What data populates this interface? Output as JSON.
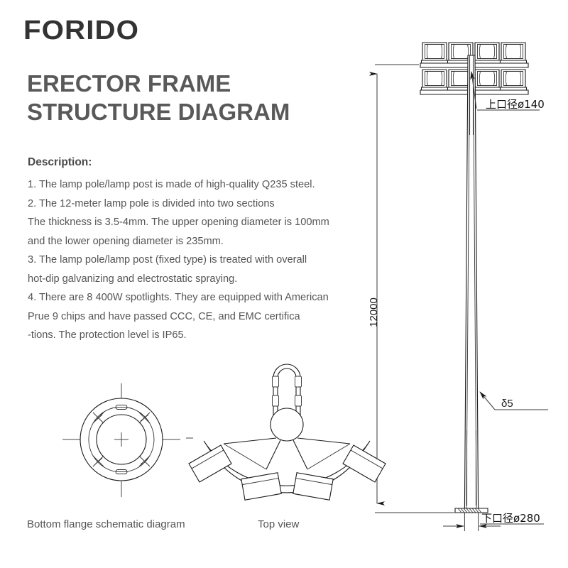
{
  "brand": {
    "logo_text": "FORIDO"
  },
  "header": {
    "title_line1": "ERECTOR FRAME",
    "title_line2": "STRUCTURE DIAGRAM",
    "title_full": "ERECTOR FRAME\nSTRUCTURE DIAGRAM"
  },
  "description": {
    "heading": "Description:",
    "lines": [
      "1. The lamp pole/lamp post is made of high-quality Q235 steel.",
      "2. The 12-meter lamp pole is divided into two sections",
      "The thickness is 3.5-4mm. The upper opening diameter is 100mm",
      "and the lower opening diameter is 235mm.",
      "3. The lamp pole/lamp post (fixed type) is treated with overall",
      "hot-dip galvanizing and electrostatic spraying.",
      "4. There are 8 400W spotlights. They are equipped with American",
      "Prue 9 chips and have passed CCC, CE, and EMC certifica",
      "-tions. The protection level is IP65."
    ]
  },
  "dimensions": {
    "height_label": "12000",
    "top_diameter_label": "上口径ø140",
    "bottom_diameter_label": "下口径ø280",
    "wall_thickness_label": "δ5"
  },
  "views": {
    "flange_caption": "Bottom flange schematic diagram",
    "topview_caption": "Top view"
  },
  "lamp_array": {
    "rows": 2,
    "columns": 4,
    "total": 8
  },
  "colors": {
    "logo": "#333333",
    "title": "#595959",
    "body_text": "#555555",
    "line": "#1a1a1a",
    "background": "#ffffff"
  }
}
